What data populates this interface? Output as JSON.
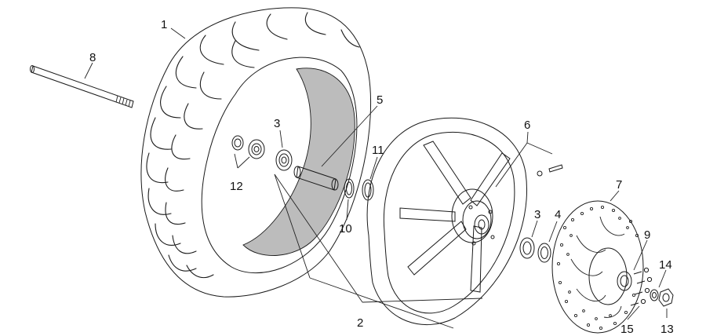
{
  "diagram": {
    "callouts": [
      {
        "id": "1",
        "label": "1"
      },
      {
        "id": "2",
        "label": "2"
      },
      {
        "id": "3a",
        "label": "3"
      },
      {
        "id": "3b",
        "label": "3"
      },
      {
        "id": "4",
        "label": "4"
      },
      {
        "id": "5",
        "label": "5"
      },
      {
        "id": "6",
        "label": "6"
      },
      {
        "id": "7",
        "label": "7"
      },
      {
        "id": "8",
        "label": "8"
      },
      {
        "id": "9",
        "label": "9"
      },
      {
        "id": "10",
        "label": "10"
      },
      {
        "id": "11",
        "label": "11"
      },
      {
        "id": "12",
        "label": "12"
      },
      {
        "id": "13",
        "label": "13"
      },
      {
        "id": "14",
        "label": "14"
      },
      {
        "id": "15",
        "label": "15"
      }
    ],
    "colors": {
      "line": "#1a1a1a",
      "background": "#ffffff",
      "shade": "#bcbcbc",
      "paper": "#f4f4f4"
    }
  }
}
